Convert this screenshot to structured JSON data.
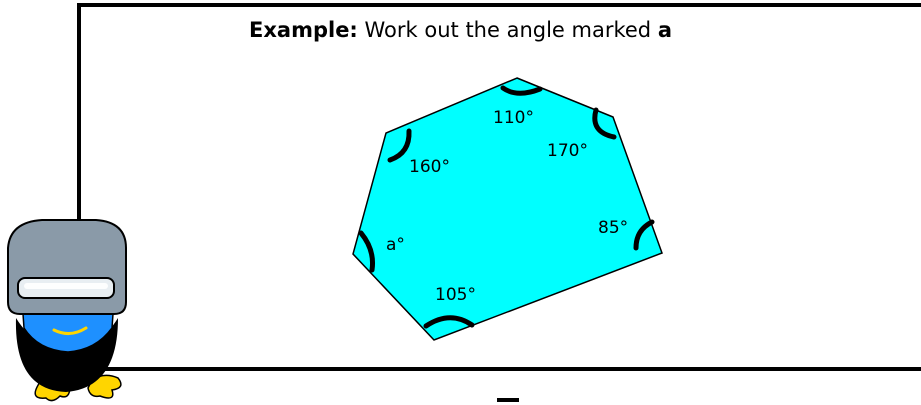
{
  "title": {
    "prefix": "Example:",
    "text": " Work out the angle marked ",
    "variable": "a"
  },
  "diagram": {
    "shape": "hexagon",
    "fill_color": "#00ffff",
    "stroke_color": "#000000",
    "angle_labels": {
      "top": "110°",
      "top_right": "170°",
      "upper_left": "160°",
      "right": "85°",
      "left": "a°",
      "bottom": "105°"
    }
  },
  "character": {
    "icon": "robot-mascot-icon",
    "helmet_color": "#8a9aa8",
    "face_color": "#1e90ff",
    "beard_color": "#000000",
    "feet_color": "#ffd500"
  }
}
